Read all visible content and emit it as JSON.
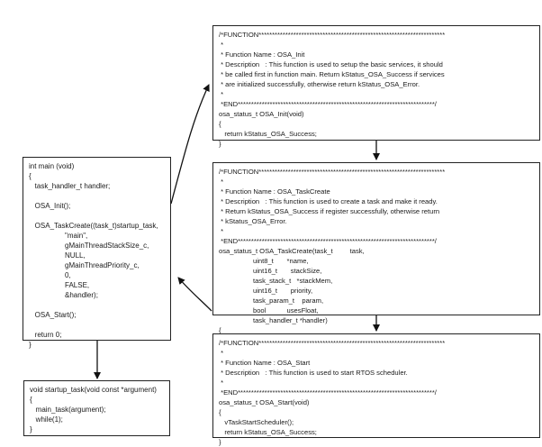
{
  "main_box": {
    "lines": [
      "int main (void)",
      "{",
      "   task_handler_t handler;",
      "",
      "   OSA_Init();",
      "",
      "   OSA_TaskCreate((task_t)startup_task,",
      "                  \"main\",",
      "                  gMainThreadStackSize_c,",
      "                  NULL,",
      "                  gMainThreadPriority_c,",
      "                  0,",
      "                  FALSE,",
      "                  &handler);",
      "",
      "   OSA_Start();",
      "",
      "   return 0;",
      "}"
    ]
  },
  "startup_box": {
    "lines": [
      "void startup_task(void const *argument)",
      "{",
      "   main_task(argument);",
      "   while(1);",
      "}"
    ]
  },
  "osa_init_box": {
    "lines": [
      "/*FUNCTION**********************************************************************",
      " *",
      " * Function Name : OSA_Init",
      " * Description   : This function is used to setup the basic services, it should",
      " * be called first in function main. Return kStatus_OSA_Success if services",
      " * are initialized successfully, otherwise return kStatus_OSA_Error.",
      " *",
      " *END**************************************************************************/",
      "osa_status_t OSA_Init(void)",
      "{",
      "   return kStatus_OSA_Success;",
      "}"
    ]
  },
  "osa_taskcreate_box": {
    "lines": [
      "/*FUNCTION**********************************************************************",
      " *",
      " * Function Name : OSA_TaskCreate",
      " * Description   : This function is used to create a task and make it ready.",
      " * Return kStatus_OSA_Success if register successfully, otherwise return",
      " * kStatus_OSA_Error.",
      " *",
      " *END**************************************************************************/",
      "osa_status_t OSA_TaskCreate(task_t         task,",
      "                  uint8_t       *name,",
      "                  uint16_t       stackSize,",
      "                  task_stack_t   *stackMem,",
      "                  uint16_t       priority,",
      "                  task_param_t    param,",
      "                  bool           usesFloat,",
      "                  task_handler_t *handler)",
      "{"
    ]
  },
  "osa_start_box": {
    "lines": [
      "/*FUNCTION**********************************************************************",
      " *",
      " * Function Name : OSA_Start",
      " * Description   : This function is used to start RTOS scheduler.",
      " *",
      " *END**************************************************************************/",
      "osa_status_t OSA_Start(void)",
      "{",
      "   vTaskStartScheduler();",
      "   return kStatus_OSA_Success;",
      "}"
    ]
  }
}
